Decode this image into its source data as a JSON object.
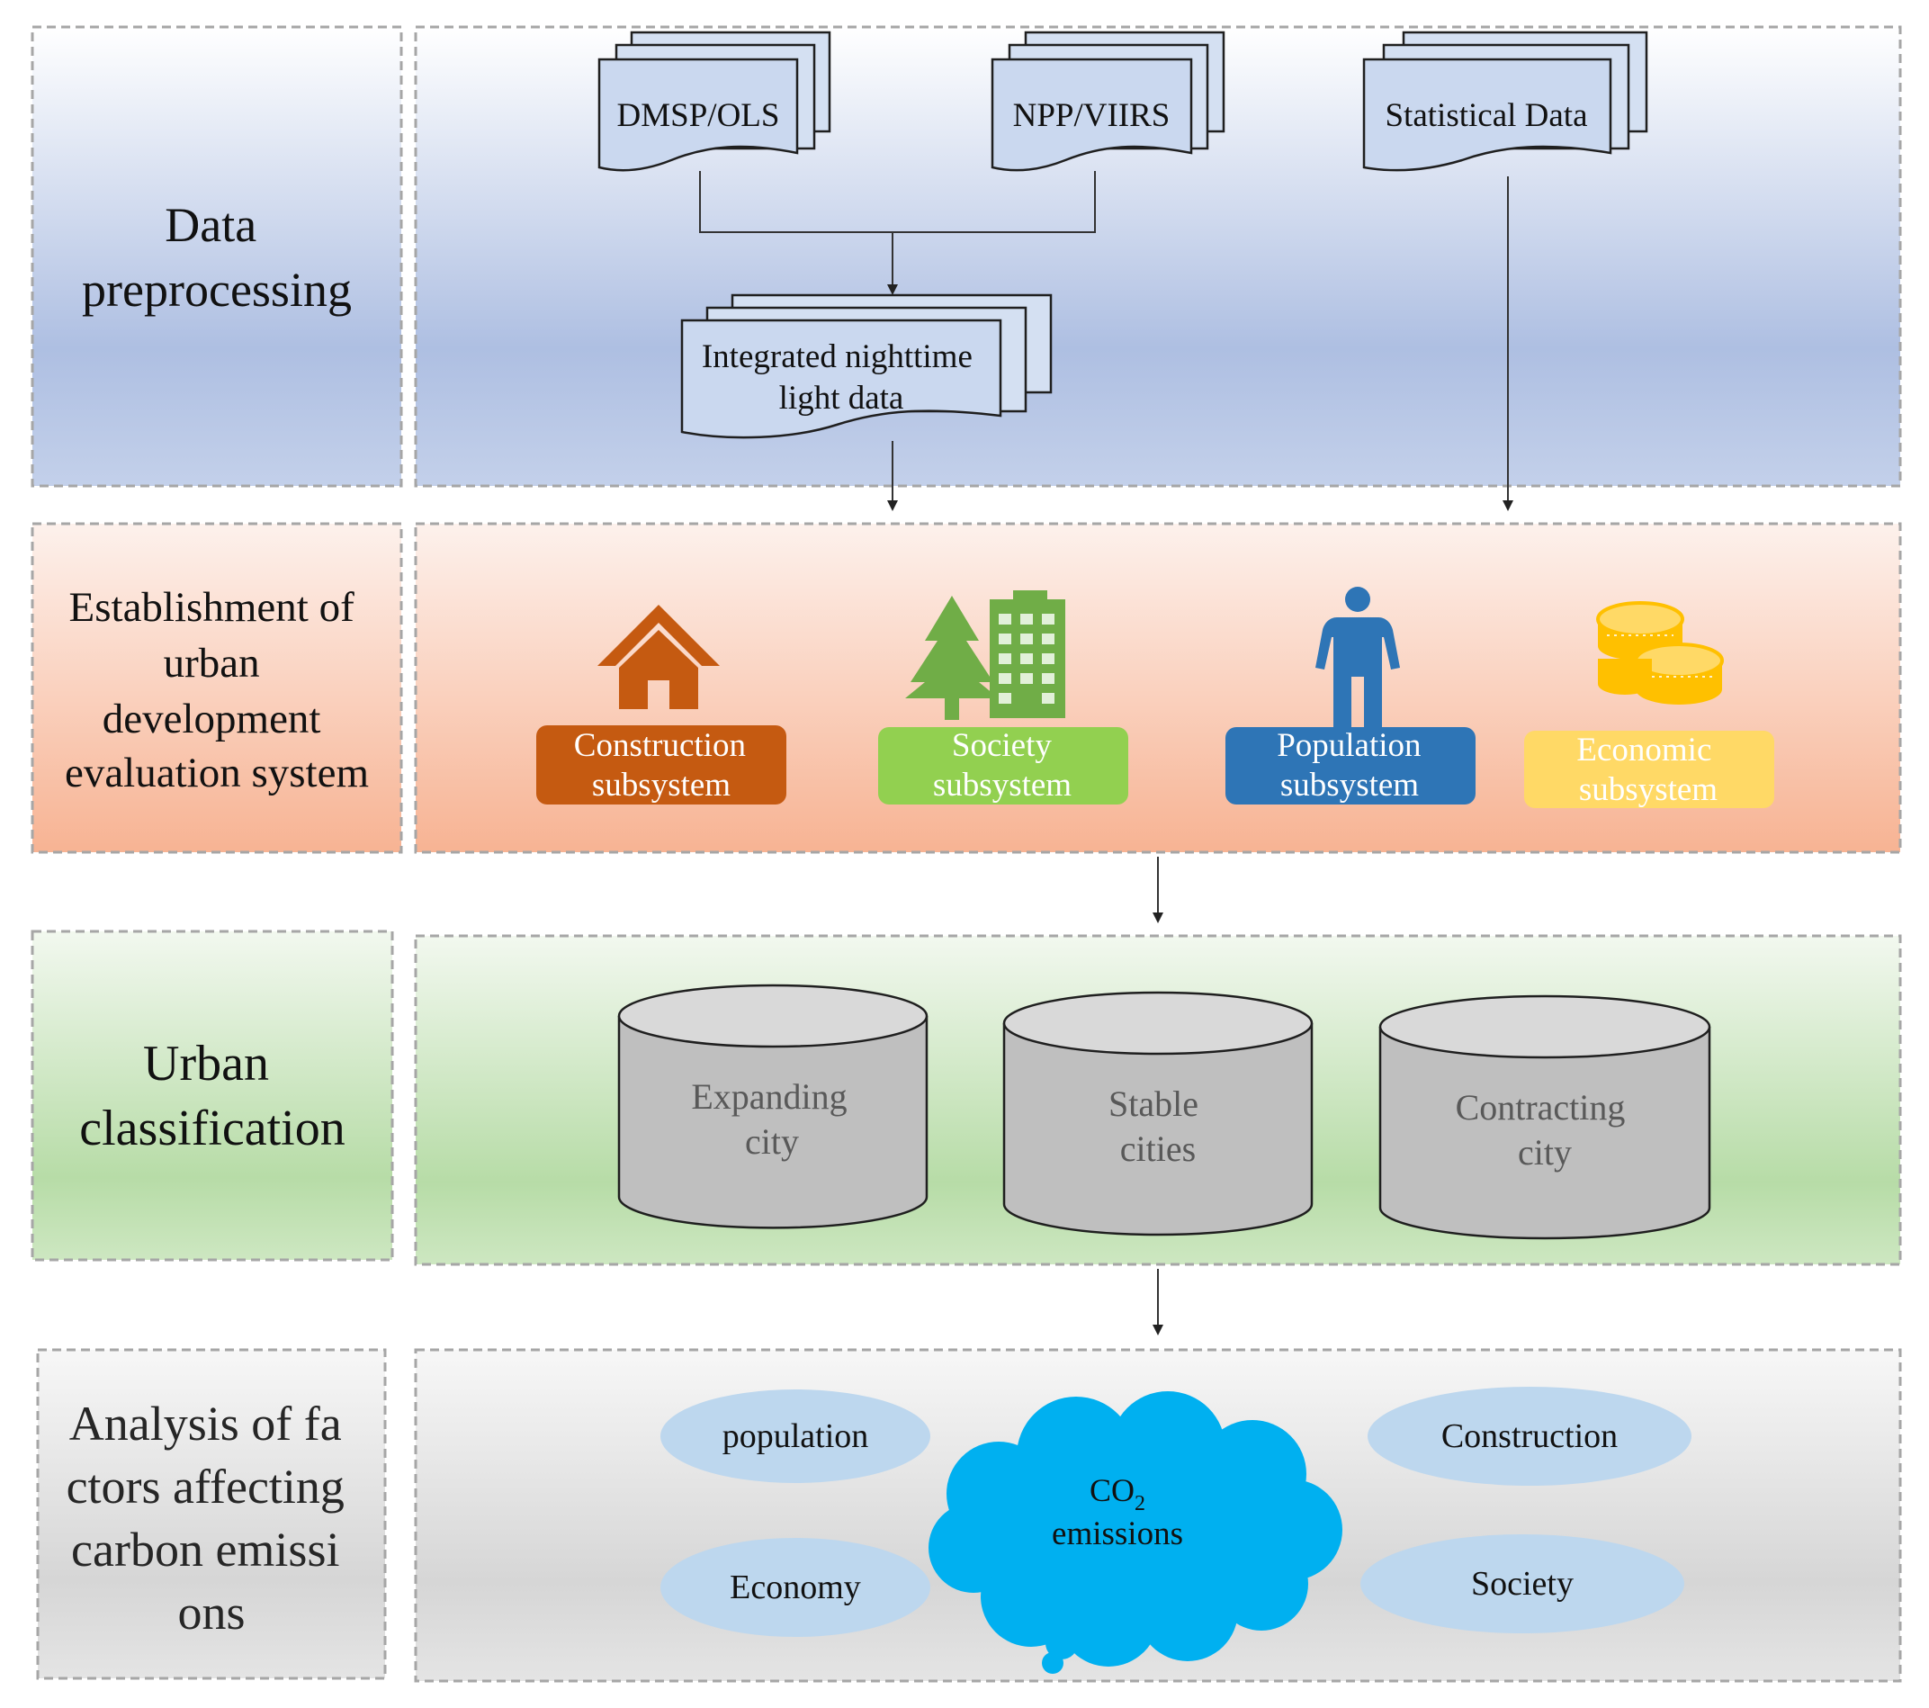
{
  "stages": [
    {
      "label_lines": [
        "Data",
        "preprocessing"
      ]
    },
    {
      "label_lines": [
        "Establishment of",
        "urban",
        "development",
        "evaluation system"
      ]
    },
    {
      "label_lines": [
        "Urban",
        "classification"
      ]
    },
    {
      "label_lines": [
        "Analysis of fa",
        "ctors affecting",
        "carbon emissi",
        "ons"
      ]
    }
  ],
  "data_sources": [
    {
      "label": "DMSP/OLS"
    },
    {
      "label": "NPP/VIIRS"
    },
    {
      "label": "Statistical Data"
    }
  ],
  "integrated": {
    "lines": [
      "Integrated nighttime",
      "light data"
    ]
  },
  "subsystems": [
    {
      "line1": "Construction",
      "line2": "subsystem",
      "color": "#c55a11",
      "icon": "house-icon"
    },
    {
      "line1": "Society",
      "line2": "subsystem",
      "color": "#92d050",
      "icon": "tree-building-icon"
    },
    {
      "line1": "Population",
      "line2": "subsystem",
      "color": "#2e75b6",
      "icon": "person-icon"
    },
    {
      "line1": "Economic",
      "line2": "subsystem",
      "color": "#ffd966",
      "icon": "coins-icon"
    }
  ],
  "city_types": [
    {
      "line1": "Expanding",
      "line2": "city"
    },
    {
      "line1": "Stable",
      "line2": "cities"
    },
    {
      "line1": "Contracting",
      "line2": "city"
    }
  ],
  "factors": {
    "population": "population",
    "construction": "Construction",
    "economy": "Economy",
    "society": "Society"
  },
  "emissions": {
    "co": "CO",
    "subscript": "2",
    "label": "emissions"
  },
  "colors": {
    "row1": "#aebfe2",
    "row2": "#f8b99a",
    "row3": "#b7dca7",
    "row4": "#d9d9d9",
    "doc_fill": "#c6d5ee",
    "cylinder_fill": "#bfbfbf",
    "cloud": "#00b0f0",
    "ellipse": "#bdd7ee"
  }
}
